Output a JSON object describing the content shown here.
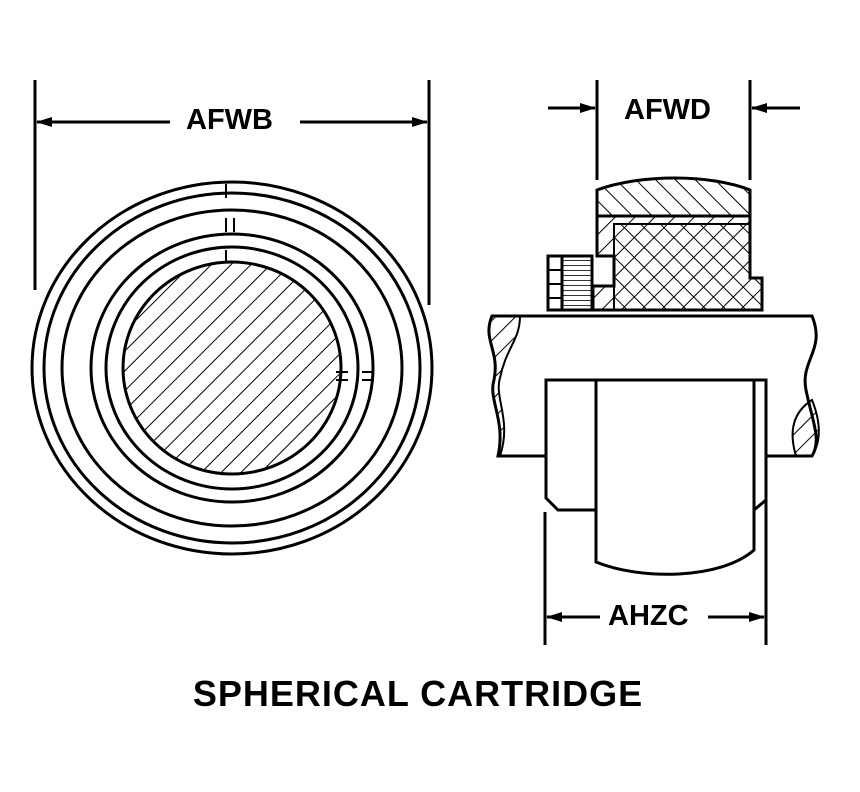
{
  "title": "SPHERICAL CARTRIDGE",
  "dimensions": {
    "afwb": "AFWB",
    "afwd": "AFWD",
    "ahzc": "AHZC"
  },
  "colors": {
    "ink": "#000000",
    "paper": "#ffffff"
  }
}
